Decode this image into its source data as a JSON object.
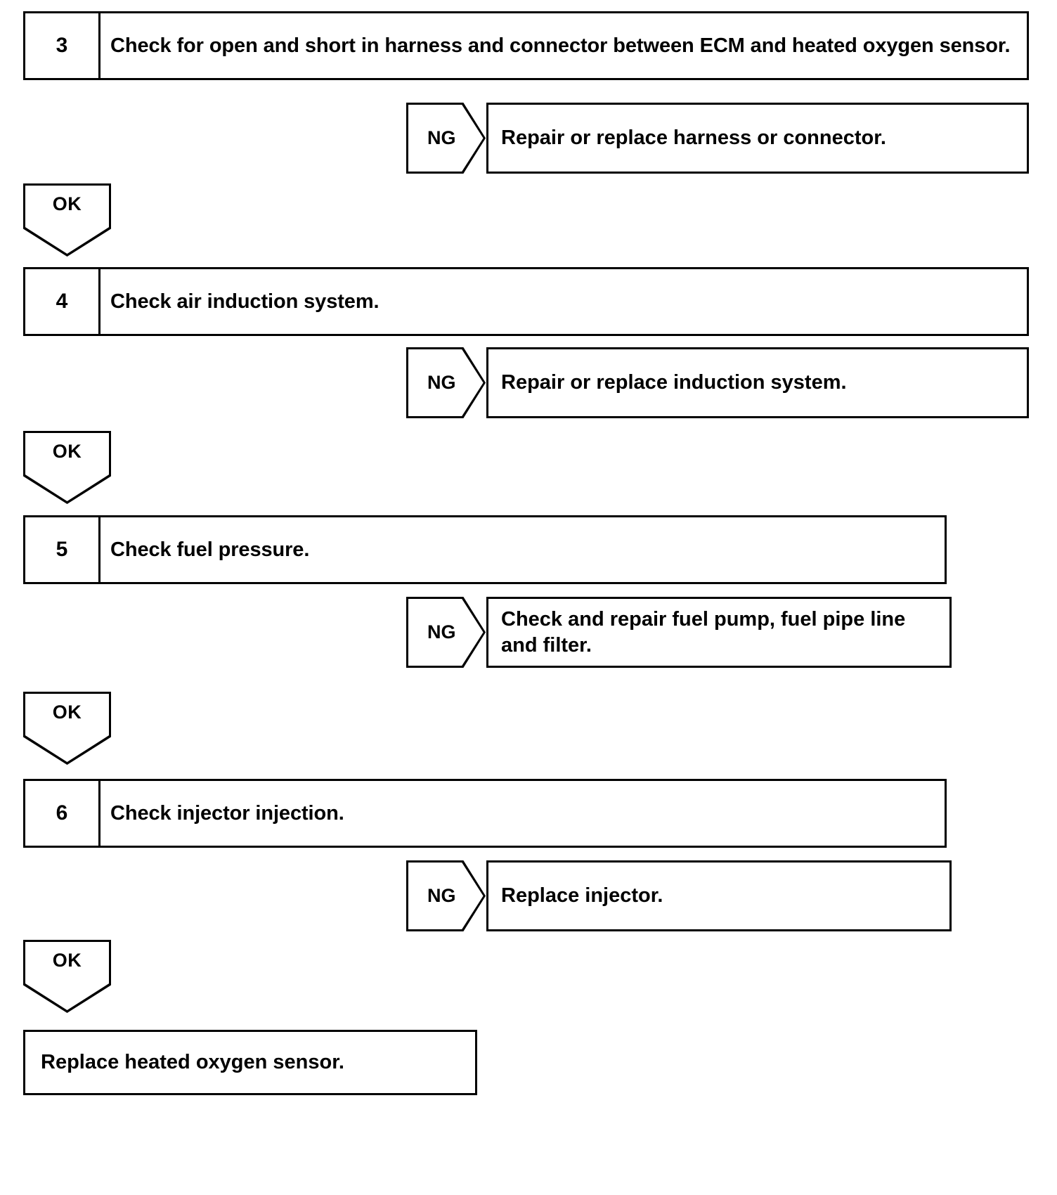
{
  "diagram": {
    "type": "troubleshooting-flowchart",
    "steps": [
      {
        "number": "3",
        "text": "Check for open and short in harness and connector between ECM and heated oxygen sensor.",
        "ng_label": "NG",
        "ng_action": "Repair or replace harness or connector.",
        "ok_label": "OK"
      },
      {
        "number": "4",
        "text": "Check air induction system.",
        "ng_label": "NG",
        "ng_action": "Repair or replace induction system.",
        "ok_label": "OK"
      },
      {
        "number": "5",
        "text": "Check fuel pressure.",
        "ng_label": "NG",
        "ng_action": "Check and repair fuel pump, fuel pipe line and filter.",
        "ok_label": "OK"
      },
      {
        "number": "6",
        "text": "Check injector injection.",
        "ng_label": "NG",
        "ng_action": "Replace injector.",
        "ok_label": "OK"
      }
    ],
    "final_action": "Replace heated oxygen sensor."
  },
  "colors": {
    "line": "#000000",
    "background": "#ffffff",
    "text": "#000000"
  }
}
